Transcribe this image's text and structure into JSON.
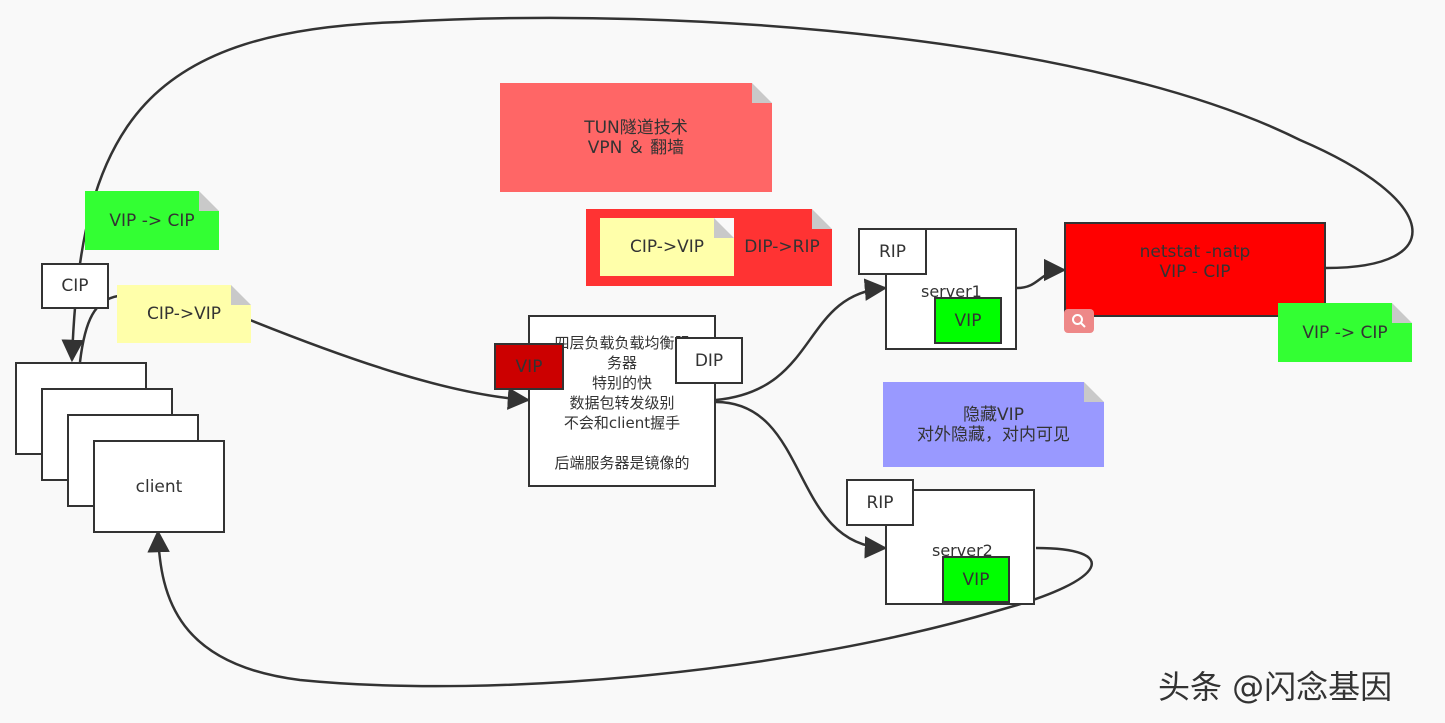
{
  "colors": {
    "note_tun": "#ff6666",
    "note_green": "#33ff33",
    "note_yellow": "#ffffaa",
    "note_red": "#ff3333",
    "note_blue": "#9999ff",
    "vip_dark": "#cc0000",
    "netstat_box": "#ff0000",
    "vip_green": "#00ff00",
    "search_badge": "#ee8888"
  },
  "notes": {
    "tun": "TUN隧道技术\nVPN ＆ 翻墙",
    "vip_cip_left": "VIP -> CIP",
    "cip_vip_left": "CIP->VIP",
    "dip_rip_outer": "DIP->RIP",
    "cip_vip_inner": "CIP->VIP",
    "vip_cip_right": "VIP -> CIP",
    "hidden_vip": "隐藏VIP\n对外隐藏，对内可见"
  },
  "client": {
    "label": "client",
    "cip": "CIP"
  },
  "lb": {
    "text": "四层负载负载均衡服\n务器\n特别的快\n数据包转发级别\n不会和client握手\n\n后端服务器是镜像的",
    "vip": "VIP",
    "dip": "DIP"
  },
  "server1": {
    "label": "server1",
    "rip": "RIP",
    "vip": "VIP"
  },
  "server2": {
    "label": "server2",
    "rip": "RIP",
    "vip": "VIP"
  },
  "netstat": {
    "text": "netstat -natp\nVIP - CIP",
    "icon": "search-icon"
  },
  "watermark": "头条 @闪念基因"
}
